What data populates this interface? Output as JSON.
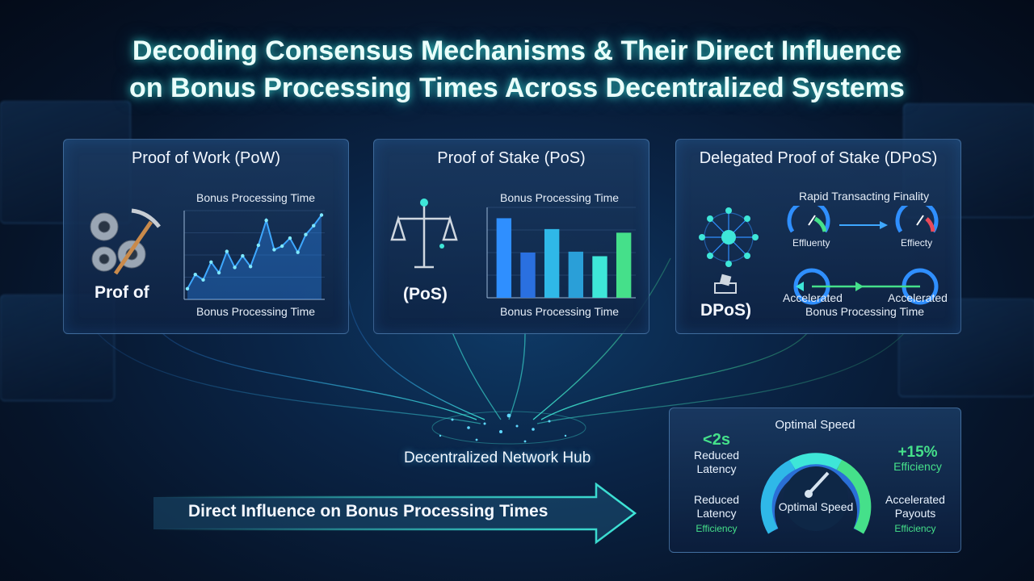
{
  "title": {
    "line1": "Decoding Consensus Mechanisms & Their Direct Influence",
    "line2": "on Bonus Processing Times Across Decentralized Systems"
  },
  "pow": {
    "heading": "Proof of Work (PoW)",
    "chart_top_label": "Bonus Processing Time",
    "chart_bottom_label": "Bonus Processing Time",
    "side_label": "Prof of",
    "icon": "gears-pickaxe-icon"
  },
  "pos": {
    "heading": "Proof of Stake (PoS)",
    "chart_top_label": "Bonus Processing Time",
    "chart_bottom_label": "Bonus Processing Time",
    "side_label": "(PoS)",
    "icon": "balance-scale-icon"
  },
  "dpos": {
    "heading": "Delegated Proof of Stake (DPoS)",
    "finality_label": "Rapid Transacting Finality",
    "gauge_left_label": "Effluenty",
    "gauge_right_label": "Effiecty",
    "cycle_left_label": "Accelerated",
    "cycle_right_label": "Accelerated",
    "bottom_label": "Bonus Processing Time",
    "side_label": "DPoS)",
    "icon": "network-nodes-icon"
  },
  "hub": {
    "label": "Decentralized Network Hub"
  },
  "arrow": {
    "label": "Direct Influence on Bonus Processing Times"
  },
  "speed_panel": {
    "title": "Optimal Speed",
    "gauge_label": "Optimal Speed",
    "left_value": "<2s",
    "left_value_label_1": "Reduced",
    "left_value_label_2": "Latency",
    "left_sub_1": "Reduced",
    "left_sub_2": "Latency",
    "left_sub_3": "Efficiency",
    "right_value": "+15%",
    "right_value_label": "Efficiency",
    "right_sub_1": "Accelerated",
    "right_sub_2": "Payouts",
    "right_sub_3": "Efficiency"
  },
  "colors": {
    "accent_cyan": "#3ee6d8",
    "accent_blue": "#2f8fff",
    "accent_green": "#45e08a"
  },
  "chart_data": [
    {
      "type": "line",
      "title": "Bonus Processing Time",
      "xlabel": "Bonus Processing Time",
      "ylabel": "",
      "x": [
        1,
        2,
        3,
        4,
        5,
        6,
        7,
        8,
        9,
        10,
        11,
        12,
        13,
        14,
        15,
        16,
        17,
        18
      ],
      "values": [
        1.2,
        2.8,
        2.2,
        4.2,
        3.0,
        5.4,
        3.6,
        4.9,
        3.7,
        6.1,
        8.9,
        5.6,
        6.0,
        6.9,
        5.3,
        7.3,
        8.3,
        9.5
      ],
      "ylim": [
        0,
        10
      ],
      "grid": true
    },
    {
      "type": "bar",
      "title": "Bonus Processing Time",
      "xlabel": "Bonus Processing Time",
      "ylabel": "",
      "categories": [
        "1",
        "2",
        "3",
        "4",
        "5",
        "6"
      ],
      "values": [
        8.8,
        5.0,
        7.6,
        5.1,
        4.6,
        7.2
      ],
      "ylim": [
        0,
        10
      ],
      "grid": true
    }
  ]
}
